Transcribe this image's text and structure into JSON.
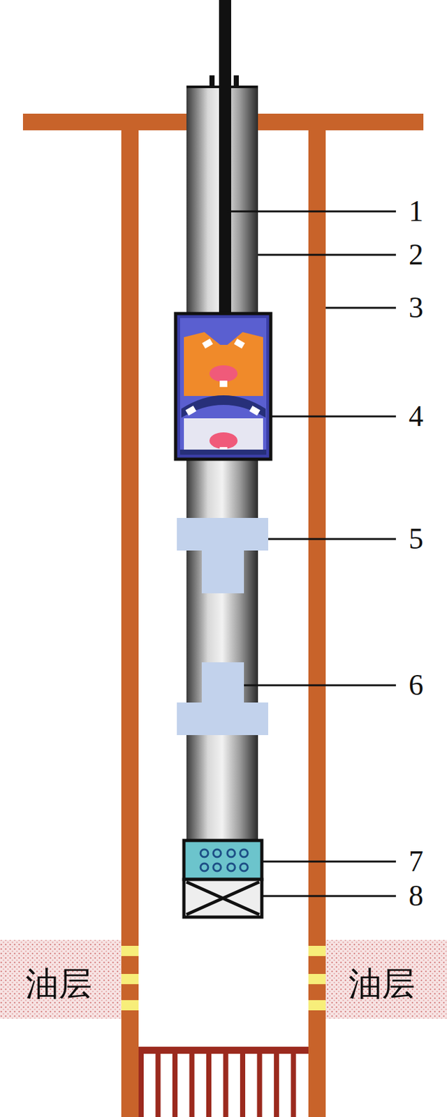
{
  "diagram": {
    "labels": [
      "1",
      "2",
      "3",
      "4",
      "5",
      "6",
      "7",
      "8",
      "油层",
      "油层"
    ]
  }
}
